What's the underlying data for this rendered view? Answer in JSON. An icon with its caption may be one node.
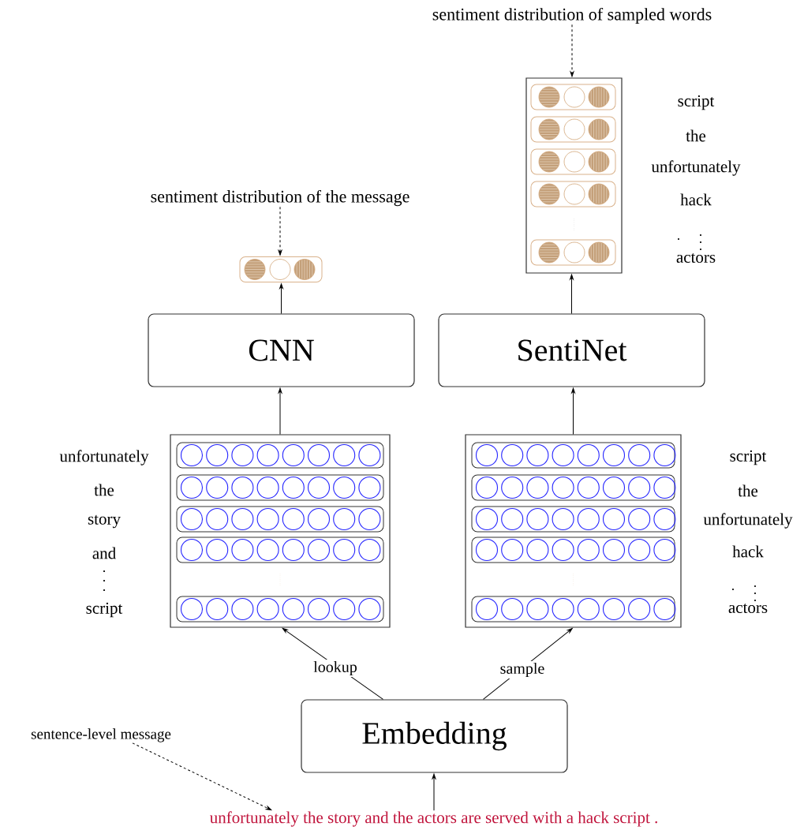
{
  "diagram": {
    "nodes": [
      {
        "text": [
          "sentiment distribution of sampled words"
        ]
      },
      {
        "text": [],
        "shape": "box",
        "beside": [
          "script",
          "the",
          "unfortunately",
          "hack",
          "actors"
        ]
      },
      {
        "text": [
          "sentiment distribution of the message"
        ]
      },
      {
        "text": [],
        "shape": "box"
      },
      {
        "text": [
          "CNN"
        ]
      },
      {
        "text": [
          "SentiNet"
        ]
      },
      {
        "text": [],
        "shape": "box",
        "beside": [
          "unfortunately",
          "the",
          "story",
          "and",
          "script"
        ]
      },
      {
        "text": [],
        "shape": "box",
        "beside": [
          "script",
          "the",
          "unfortunately",
          "hack",
          "actors"
        ]
      },
      {
        "text": [
          "Embedding"
        ]
      },
      {
        "text": [
          "sentence-level message"
        ]
      },
      {
        "text": [
          "unfortunately the story and the actors are served with a hack script ."
        ]
      }
    ],
    "edges": [
      {
        "from": 0,
        "to": 1,
        "arrow": "to",
        "style": "dashed"
      },
      {
        "from": 2,
        "to": 3,
        "arrow": "to",
        "style": "dashed"
      },
      {
        "from": 4,
        "to": 3,
        "arrow": "to"
      },
      {
        "from": 5,
        "to": 1,
        "arrow": "to"
      },
      {
        "from": 6,
        "to": 4,
        "arrow": "to"
      },
      {
        "from": 7,
        "to": 5,
        "arrow": "to"
      },
      {
        "from": 8,
        "to": 6,
        "arrow": "to",
        "label": "lookup"
      },
      {
        "from": 8,
        "to": 7,
        "arrow": "to",
        "label": "sample"
      },
      {
        "from": 10,
        "to": 8,
        "arrow": "to"
      },
      {
        "from": 9,
        "to": 10,
        "arrow": "to",
        "style": "dashed"
      }
    ]
  }
}
